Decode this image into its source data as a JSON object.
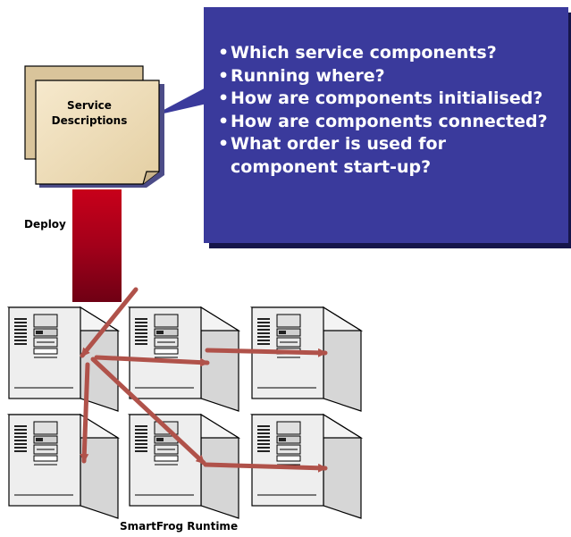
{
  "callout": {
    "bullets": [
      "Which service components?",
      "Running where?",
      "How are components initialised?",
      "How are components connected?",
      "What order is used for",
      "component start-up?"
    ],
    "bullet_glyph": "•"
  },
  "document_stack": {
    "label_line1": "Service",
    "label_line2": "Descriptions"
  },
  "deploy": {
    "label": "Deploy"
  },
  "runtime": {
    "label": "SmartFrog Runtime"
  },
  "colors": {
    "callout_fill": "#3a3a9c",
    "callout_shadow": "#15154a",
    "document_fill": "#f1e2c2",
    "deploy_top": "#c0001a",
    "deploy_bottom": "#7a0012",
    "arrow": "#b0524a",
    "server_body": "#ececec"
  }
}
